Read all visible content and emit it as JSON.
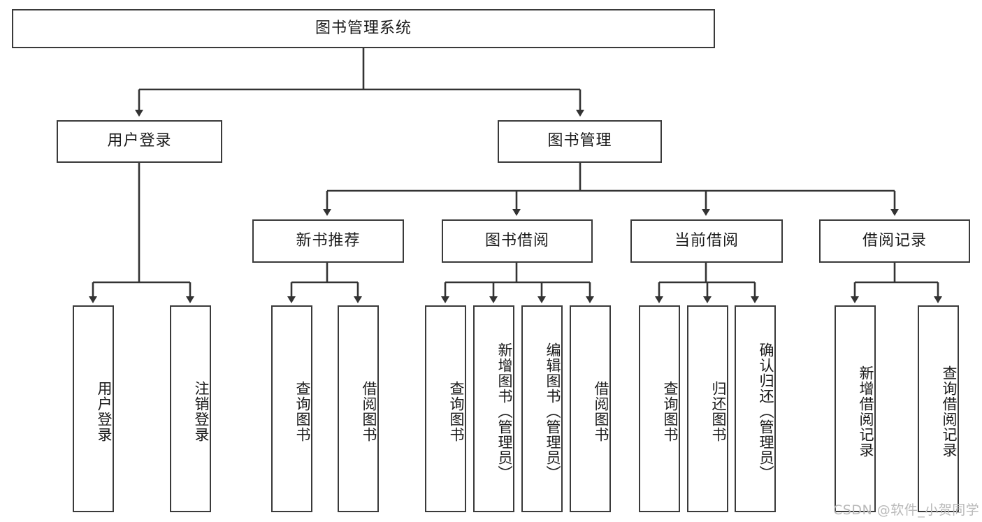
{
  "diagram": {
    "type": "tree-hierarchy",
    "title": "图书管理系统",
    "watermark": "CSDN @软件_小贺同学",
    "colors": {
      "box_border": "#3a3a3a",
      "box_fill": "#ffffff",
      "connector": "#333333",
      "text": "#1a1a1a",
      "watermark": "#b9b9b9"
    },
    "levels": [
      {
        "level": 1,
        "nodes": [
          {
            "id": "root",
            "label": "图书管理系统",
            "orientation": "horizontal"
          }
        ]
      },
      {
        "level": 2,
        "nodes": [
          {
            "id": "login",
            "label": "用户登录",
            "orientation": "horizontal",
            "parent": "root"
          },
          {
            "id": "bookmgmt",
            "label": "图书管理",
            "orientation": "horizontal",
            "parent": "root"
          }
        ]
      },
      {
        "level": 3,
        "nodes": [
          {
            "id": "newbook",
            "label": "新书推荐",
            "orientation": "horizontal",
            "parent": "bookmgmt"
          },
          {
            "id": "borrow",
            "label": "图书借阅",
            "orientation": "horizontal",
            "parent": "bookmgmt"
          },
          {
            "id": "current",
            "label": "当前借阅",
            "orientation": "horizontal",
            "parent": "bookmgmt"
          },
          {
            "id": "records",
            "label": "借阅记录",
            "orientation": "horizontal",
            "parent": "bookmgmt"
          }
        ]
      },
      {
        "level": 4,
        "nodes": [
          {
            "id": "leaf1",
            "label": "用户登录",
            "orientation": "vertical",
            "parent": "login"
          },
          {
            "id": "leaf2",
            "label": "注销登录",
            "orientation": "vertical",
            "parent": "login"
          },
          {
            "id": "leaf3",
            "label": "查询图书",
            "orientation": "vertical",
            "parent": "newbook"
          },
          {
            "id": "leaf4",
            "label": "借阅图书",
            "orientation": "vertical",
            "parent": "newbook"
          },
          {
            "id": "leaf5",
            "label": "查询图书",
            "orientation": "vertical",
            "parent": "borrow"
          },
          {
            "id": "leaf6",
            "label": "新增图书（管理员）",
            "orientation": "vertical",
            "parent": "borrow"
          },
          {
            "id": "leaf7",
            "label": "编辑图书（管理员）",
            "orientation": "vertical",
            "parent": "borrow"
          },
          {
            "id": "leaf8",
            "label": "借阅图书",
            "orientation": "vertical",
            "parent": "borrow"
          },
          {
            "id": "leaf9",
            "label": "查询图书",
            "orientation": "vertical",
            "parent": "current"
          },
          {
            "id": "leaf10",
            "label": "归还图书",
            "orientation": "vertical",
            "parent": "current"
          },
          {
            "id": "leaf11",
            "label": "确认归还（管理员）",
            "orientation": "vertical",
            "parent": "current"
          },
          {
            "id": "leaf12",
            "label": "新增借阅记录",
            "orientation": "vertical",
            "parent": "records"
          },
          {
            "id": "leaf13",
            "label": "查询借阅记录",
            "orientation": "vertical",
            "parent": "records"
          }
        ]
      }
    ]
  }
}
